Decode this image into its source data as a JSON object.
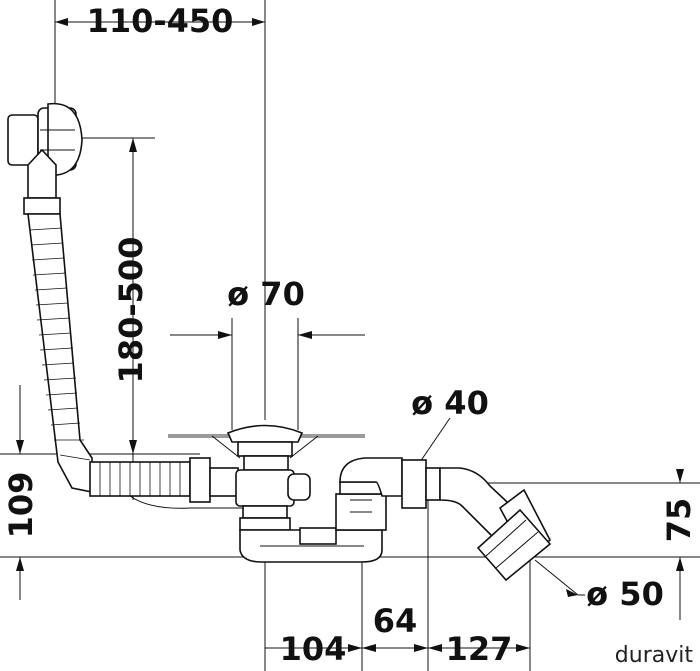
{
  "dimensions": {
    "overflow_distance": "110-450",
    "overflow_height": "180-500",
    "drain_diameter": "ø 70",
    "outlet_diameter": "ø 40",
    "pipe_diameter": "ø 50",
    "trap_height": "109",
    "outlet_height": "75",
    "horizontal_a": "104",
    "horizontal_b": "64",
    "horizontal_c": "127"
  },
  "brand": "duravit",
  "colors": {
    "line": "#111111",
    "bath_bottom": "#9a9a9a",
    "background": "#ffffff"
  }
}
